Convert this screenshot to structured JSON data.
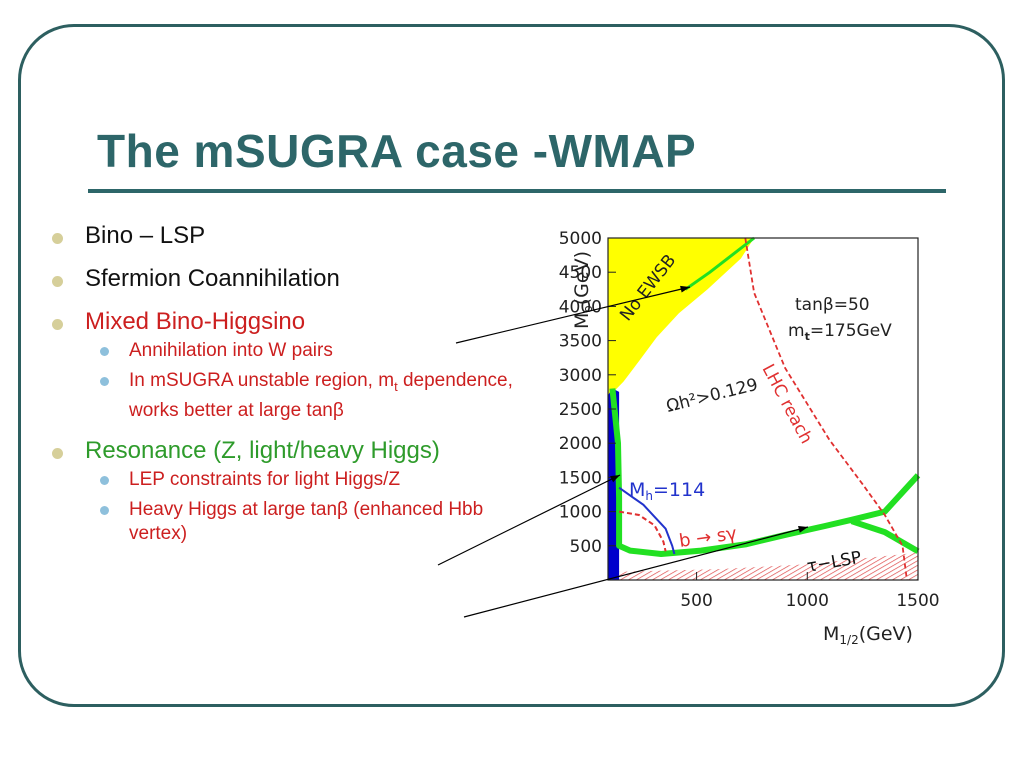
{
  "slide": {
    "title": "The mSUGRA case -WMAP"
  },
  "bullets": [
    {
      "text": "Bino – LSP",
      "color": "#111111"
    },
    {
      "text": "Sfermion Coannihilation",
      "color": "#111111"
    },
    {
      "text": "Mixed Bino-Higgsino",
      "color": "#cc1f1f",
      "sub": [
        {
          "text": "Annihilation into W pairs"
        },
        {
          "text_a": "In mSUGRA unstable region, m",
          "text_sub": "t",
          "text_b": " dependence, works better at large tanβ"
        }
      ]
    },
    {
      "text": "Resonance (Z, light/heavy Higgs)",
      "color": "#2e9b2b",
      "sub": [
        {
          "text": "LEP constraints for light Higgs/Z"
        },
        {
          "text": "Heavy Higgs at large tanβ (enhanced Hbb vertex)"
        }
      ]
    }
  ],
  "chart_data": {
    "type": "area",
    "xlabel": "M",
    "xlabel_sub": "1/2",
    "xlabel_unit": "(GeV)",
    "ylabel": "M",
    "ylabel_sub": "o",
    "ylabel_unit": "(GeV)",
    "xlim": [
      100,
      1500
    ],
    "ylim": [
      0,
      5000
    ],
    "x_ticks": [
      500,
      1000,
      1500
    ],
    "y_ticks": [
      500,
      1000,
      1500,
      2000,
      2500,
      3000,
      3500,
      4000,
      4500,
      5000
    ],
    "annotations": {
      "no_ewsb": "No EWSB",
      "relic": "Ωh²>0.129",
      "lhc": "LHC reach",
      "mh_main": "M",
      "mh_sub": "h",
      "mh_val": "=114",
      "bsg": "b → sγ",
      "stau": "τ−LSP",
      "tanb": "tanβ=50",
      "mt_main": "m",
      "mt_sub": "t",
      "mt_val": "=175GeV"
    },
    "regions": {
      "no_ewsb": [
        [
          100,
          5000
        ],
        [
          760,
          5000
        ],
        [
          700,
          4700
        ],
        [
          550,
          4250
        ],
        [
          420,
          3900
        ],
        [
          320,
          3550
        ],
        [
          240,
          3200
        ],
        [
          170,
          2900
        ],
        [
          110,
          2700
        ],
        [
          100,
          2700
        ]
      ],
      "wmap_band": [
        [
          120,
          2800
        ],
        [
          145,
          2000
        ],
        [
          150,
          1200
        ],
        [
          150,
          500
        ],
        [
          200,
          430
        ],
        [
          340,
          380
        ],
        [
          520,
          430
        ],
        [
          720,
          520
        ],
        [
          900,
          660
        ],
        [
          1080,
          790
        ],
        [
          1200,
          880
        ],
        [
          1350,
          1000
        ],
        [
          1500,
          1530
        ]
      ],
      "wmap_upper": [
        [
          450,
          4250
        ],
        [
          560,
          4500
        ],
        [
          680,
          4800
        ],
        [
          760,
          5000
        ]
      ],
      "wmap_stau": [
        [
          1200,
          860
        ],
        [
          1350,
          700
        ],
        [
          1500,
          420
        ]
      ],
      "lhc_reach": [
        [
          720,
          5000
        ],
        [
          760,
          4200
        ],
        [
          900,
          3100
        ],
        [
          1100,
          2050
        ],
        [
          1250,
          1400
        ],
        [
          1350,
          950
        ],
        [
          1430,
          500
        ],
        [
          1450,
          0
        ]
      ],
      "stau_lsp": [
        [
          150,
          0
        ],
        [
          1500,
          0
        ],
        [
          1500,
          400
        ],
        [
          1000,
          230
        ],
        [
          600,
          160
        ],
        [
          150,
          120
        ]
      ],
      "mh_curve": [
        [
          150,
          1350
        ],
        [
          260,
          1100
        ],
        [
          360,
          750
        ],
        [
          390,
          500
        ],
        [
          400,
          380
        ]
      ],
      "bsg_curve": [
        [
          150,
          1000
        ],
        [
          240,
          950
        ],
        [
          310,
          800
        ],
        [
          350,
          560
        ],
        [
          360,
          420
        ]
      ],
      "blue_strip": [
        [
          100,
          0
        ],
        [
          150,
          0
        ],
        [
          150,
          2750
        ],
        [
          120,
          2800
        ],
        [
          100,
          2700
        ]
      ]
    },
    "colors": {
      "no_ewsb": "#ffff00",
      "wmap": "#22e022",
      "lhc": "#e03030",
      "stau_lsp": "#d92a2a",
      "mh": "#2233cc",
      "blue_strip": "#0000cc",
      "text": "#222222"
    }
  }
}
